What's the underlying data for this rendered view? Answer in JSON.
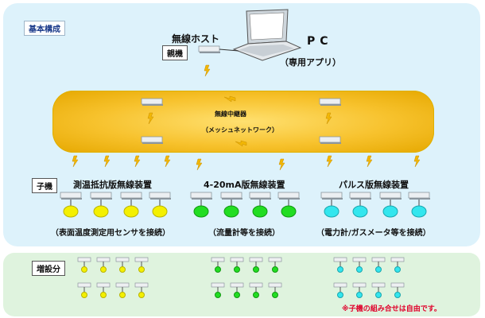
{
  "labels": {
    "basic": "基本構成",
    "wireless_host": "無線ホスト",
    "parent": "親機",
    "pc": "PC",
    "pc_sub": "（専用アプリ）",
    "repeater": "無線中継器",
    "mesh": "（メッシュネットワーク）",
    "child": "子機",
    "expansion": "増設分",
    "note": "※子機の組み合せは自由です。"
  },
  "groups": [
    {
      "title": "測温抵抗版無線装置",
      "sub": "（表面温度測定用センサを接続）",
      "color": "#f4f000"
    },
    {
      "title": "4-20mA版無線装置",
      "sub": "（流量計等を接続）",
      "color": "#22dd22"
    },
    {
      "title": "パルス版無線装置",
      "sub": "（電力計/ガスメータ等を接続）",
      "color": "#33e6ee"
    }
  ],
  "colors": {
    "bolt": "#f2b705",
    "hub": "#f7c22d"
  }
}
